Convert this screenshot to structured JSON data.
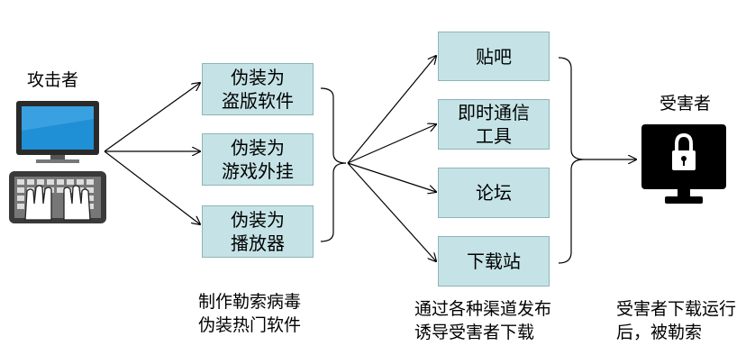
{
  "attacker": {
    "label": "攻击者"
  },
  "victim": {
    "label": "受害者"
  },
  "disguises": [
    {
      "label": "伪装为\n盗版软件"
    },
    {
      "label": "伪装为\n游戏外挂"
    },
    {
      "label": "伪装为\n播放器"
    }
  ],
  "channels": [
    {
      "label": "贴吧"
    },
    {
      "label": "即时通信\n工具"
    },
    {
      "label": "论坛"
    },
    {
      "label": "下载站"
    }
  ],
  "captions": {
    "step1": "制作勒索病毒\n伪装热门软件",
    "step2": "通过各种渠道发布\n诱导受害者下载",
    "step3": "受害者下载运行\n后，被勒索"
  },
  "colors": {
    "box_fill": "#c5e3e6",
    "box_border": "#8eb4b8",
    "line": "#000000",
    "monitor_screen": "#1f8fd6",
    "victim_monitor": "#000000"
  },
  "icons": [
    "computer-monitor-icon",
    "keyboard-hands-icon",
    "locked-monitor-icon"
  ]
}
